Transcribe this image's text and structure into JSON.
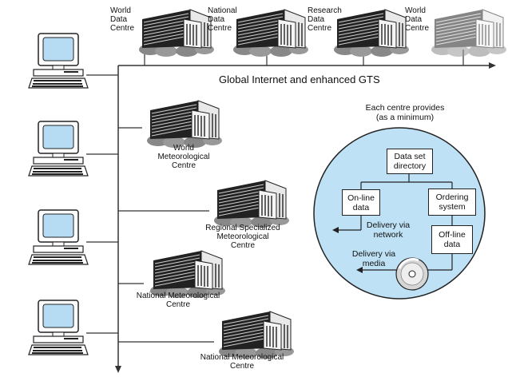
{
  "backbone_label": "Global Internet and enhanced GTS",
  "data_centres": [
    {
      "lines": [
        "World",
        "Data",
        "Centre"
      ]
    },
    {
      "lines": [
        "National",
        "Data",
        "Centre"
      ]
    },
    {
      "lines": [
        "Research",
        "Data",
        "Centre"
      ]
    },
    {
      "lines": [
        "World",
        "Data",
        "Centre"
      ]
    }
  ],
  "met_centres": [
    {
      "lines": [
        "World",
        "Meteorological",
        "Centre"
      ]
    },
    {
      "lines": [
        "Regional Specialized",
        "Meteorological",
        "Centre"
      ]
    },
    {
      "lines": [
        "National Meteorological",
        "Centre"
      ]
    },
    {
      "lines": [
        "National Meteorological",
        "Centre"
      ]
    }
  ],
  "centre_detail": {
    "heading_lines": [
      "Each centre provides",
      "(as a minimum)"
    ],
    "directory": "Data set\ndirectory",
    "online": "On-line\ndata",
    "ordering": "Ordering\nsystem",
    "offline": "Off-line\ndata",
    "delivery_network": [
      "Delivery via",
      "network"
    ],
    "delivery_media": [
      "Delivery via",
      "media"
    ]
  },
  "colors": {
    "circle_fill": "#bfe1f5",
    "screen_fill": "#b5dcf3",
    "line": "#333333"
  }
}
